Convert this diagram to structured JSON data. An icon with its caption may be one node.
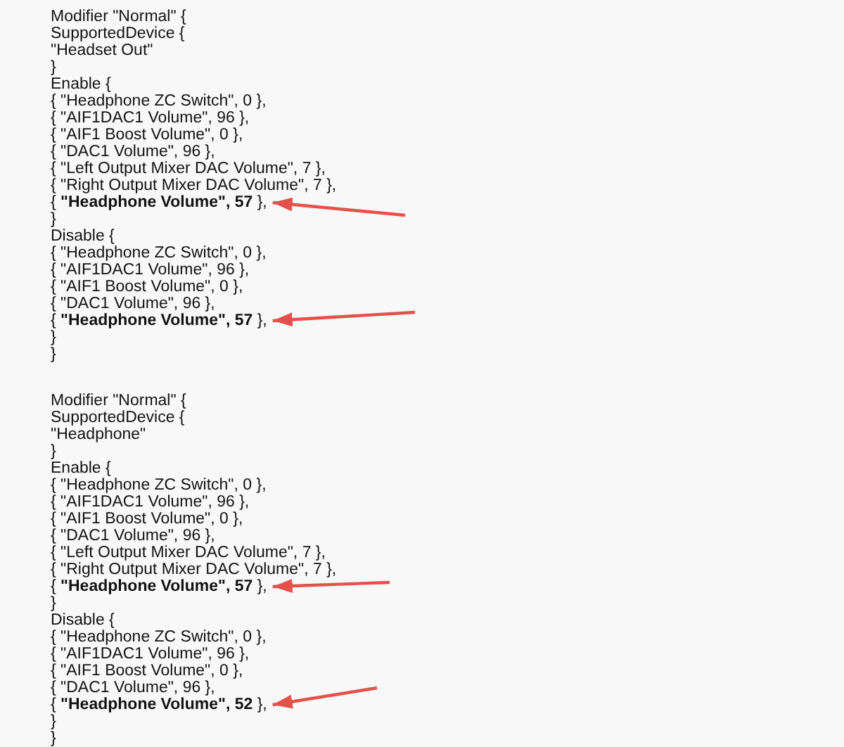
{
  "diagram": {
    "nodes": [
      {
        "text": [
          "{ **\"Headphone Volume\", 57** },"
        ]
      },
      {
        "text": [
          "{ **\"Headphone Volume\", 57** },"
        ]
      },
      {
        "text": [
          "{ **\"Headphone Volume\", 57** },"
        ]
      },
      {
        "text": [
          "{ **\"Headphone Volume\", 52** },"
        ]
      }
    ],
    "edges": [
      {
        "from": null,
        "to": 0,
        "arrow": "to"
      },
      {
        "from": null,
        "to": 1,
        "arrow": "to"
      },
      {
        "from": null,
        "to": 2,
        "arrow": "to"
      },
      {
        "from": null,
        "to": 3,
        "arrow": "to"
      }
    ],
    "labels": [
      "Modifier \"Normal\" {",
      "SupportedDevice {",
      "\"Headset Out\"",
      "}",
      "Enable {",
      "{ \"Headphone ZC Switch\", 0 },",
      "{ \"AIF1DAC1 Volume\", 96 },",
      "{ \"AIF1 Boost Volume\", 0 },",
      "{ \"DAC1 Volume\", 96 },",
      "{ \"Left Output Mixer DAC Volume\", 7 },",
      "{ \"Right Output Mixer DAC Volume\", 7 },",
      "}",
      "Disable {",
      "{ \"Headphone ZC Switch\", 0 },",
      "{ \"AIF1DAC1 Volume\", 96 },",
      "{ \"AIF1 Boost Volume\", 0 },",
      "{ \"DAC1 Volume\", 96 },",
      "}",
      "}",
      "Modifier \"Normal\" {",
      "SupportedDevice {",
      "\"Headphone\"",
      "}",
      "Enable {",
      "{ \"Headphone ZC Switch\", 0 },",
      "{ \"AIF1DAC1 Volume\", 96 },",
      "{ \"AIF1 Boost Volume\", 0 },",
      "{ \"DAC1 Volume\", 96 },",
      "{ \"Left Output Mixer DAC Volume\", 7 },",
      "{ \"Right Output Mixer DAC Volume\", 7 },",
      "}",
      "Disable {",
      "{ \"Headphone ZC Switch\", 0 },",
      "{ \"AIF1DAC1 Volume\", 96 },",
      "{ \"AIF1 Boost Volume\", 0 },",
      "{ \"DAC1 Volume\", 96 },",
      "}",
      "}"
    ]
  }
}
